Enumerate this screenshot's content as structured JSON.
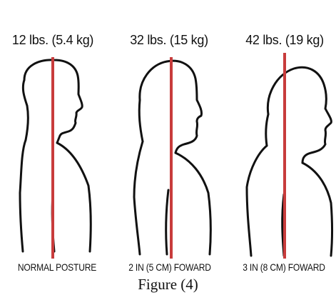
{
  "figure": {
    "caption": "Figure (4)",
    "line_color": "#c83c3c",
    "panels": [
      {
        "weight_label": "12 lbs. (5.4 kg)",
        "posture_label": "NORMAL POSTURE"
      },
      {
        "weight_label": "32 lbs. (15 kg)",
        "posture_label": "2 IN (5 CM) FOWARD"
      },
      {
        "weight_label": "42 lbs. (19 kg)",
        "posture_label": "3 IN (8 CM) FOWARD"
      }
    ]
  }
}
